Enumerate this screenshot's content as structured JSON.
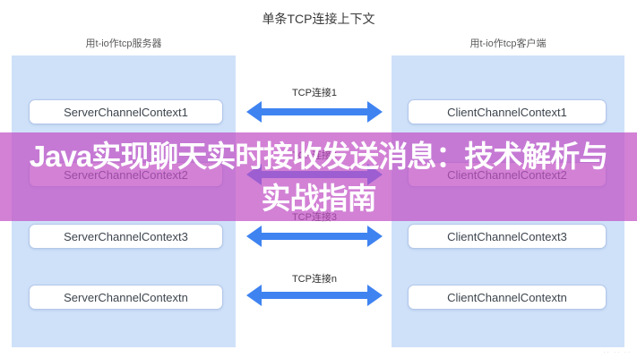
{
  "page": {
    "title": "单条TCP连接上下文",
    "server_group_label": "用t-io作tcp服务器",
    "client_group_label": "用t-io作tcp客户端",
    "watermark": "·· ·· ··"
  },
  "diagram": {
    "rows": [
      {
        "server": "ServerChannelContext1",
        "connection": "TCP连接1",
        "client": "ClientChannelContext1"
      },
      {
        "server": "ServerChannelContext2",
        "connection": "TCP连接2",
        "client": "ClientChannelContext2"
      },
      {
        "server": "ServerChannelContext3",
        "connection": "TCP连接3",
        "client": "ClientChannelContext3"
      },
      {
        "server": "ServerChannelContextn",
        "connection": "TCP连接n",
        "client": "ClientChannelContextn"
      }
    ]
  },
  "overlay": {
    "title_line1": "Java实现聊天实时接收发送消息：技术解析与",
    "title_line2": "实战指南"
  },
  "colors": {
    "panel_blue": "#cfe1f9",
    "box_border": "#b3c7e9",
    "box_text": "#3d454e",
    "arrow_blue": "#3f83f1",
    "banner_purple": "rgba(193,80,197,0.72)",
    "title_white": "#ffffff",
    "text_dark": "#3a3a3a",
    "text_gray": "#5a5a5a"
  }
}
